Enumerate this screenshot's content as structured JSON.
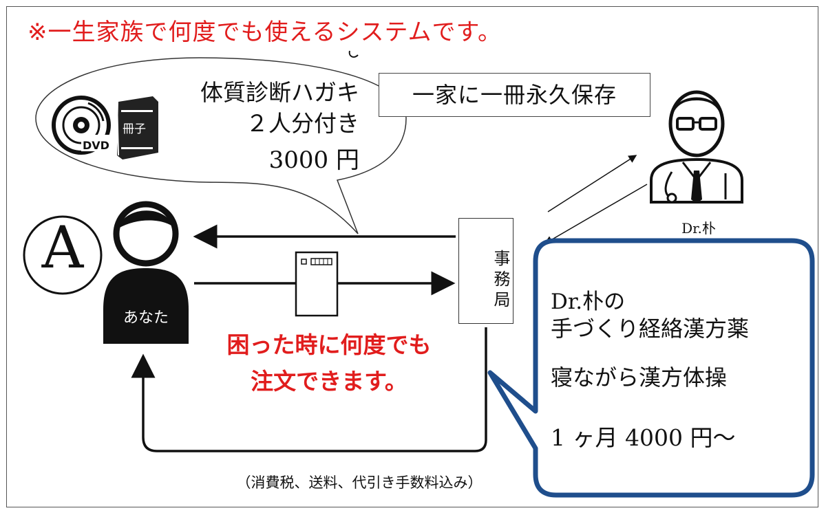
{
  "headline": "※一生家族で何度でも使えるシステムです。",
  "storage_note": "一家に一冊永久保存",
  "bubble": {
    "line1": "体質診断ハガキ",
    "line2": "２人分付き",
    "price": "3000 円"
  },
  "icons": {
    "dvd_label": "DVD",
    "booklet_label": "冊子"
  },
  "marker_letter": "A",
  "person_label": "あなた",
  "office_label": "事務局",
  "doctor_label": "Dr.朴",
  "order_note": {
    "line1": "困った時に何度でも",
    "line2": "注文できます。"
  },
  "tax_note": "（消費税、送料、代引き手数料込み）",
  "product": {
    "line1": "Dr.朴の",
    "line2": "手づくり経絡漢方薬",
    "line3": "寝ながら漢方体操",
    "price": "1 ヶ月  4000 円～"
  },
  "colors": {
    "headline": "#e11d1d",
    "order_note": "#e11d1d",
    "product_box_border": "#1f4e8c"
  }
}
